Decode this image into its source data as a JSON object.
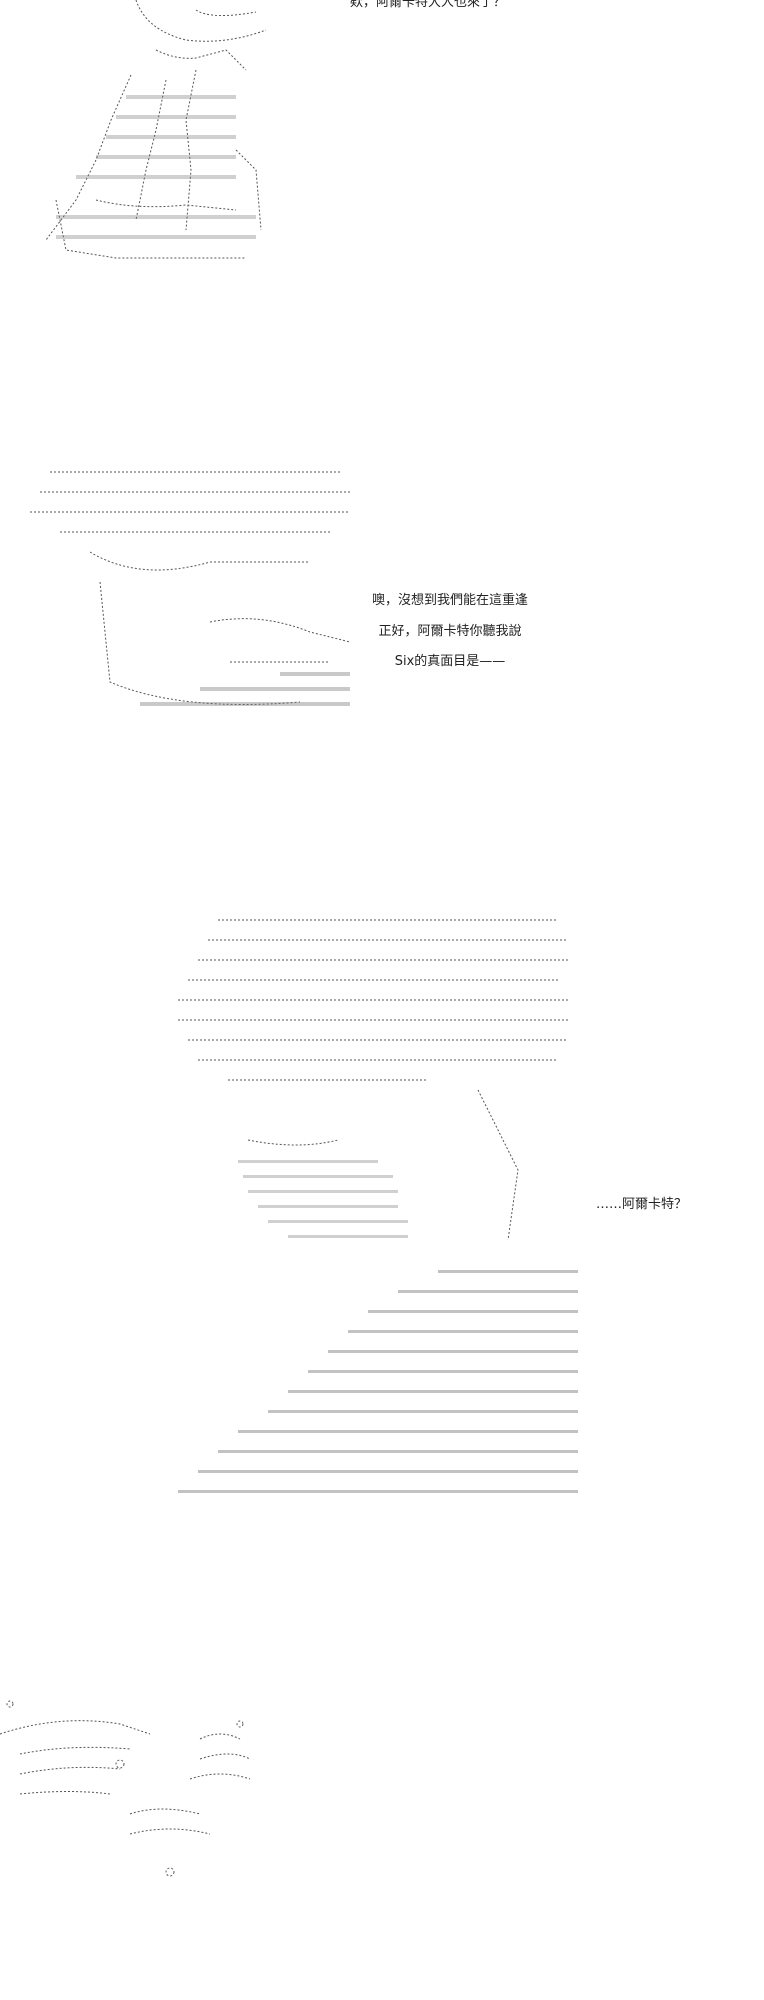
{
  "panels": [
    {
      "id": "panel-1",
      "dialogue": [
        "欸，阿爾卡特大人也來了？"
      ]
    },
    {
      "id": "panel-2",
      "dialogue": [
        "噢，沒想到我們能在這重逢",
        "正好，阿爾卡特你聽我說",
        "Six的真面目是——"
      ]
    },
    {
      "id": "panel-3",
      "dialogue": [
        "……阿爾卡特？"
      ]
    },
    {
      "id": "panel-4",
      "dialogue": []
    }
  ],
  "colors": {
    "background": "#ffffff",
    "ink": "#222222"
  }
}
